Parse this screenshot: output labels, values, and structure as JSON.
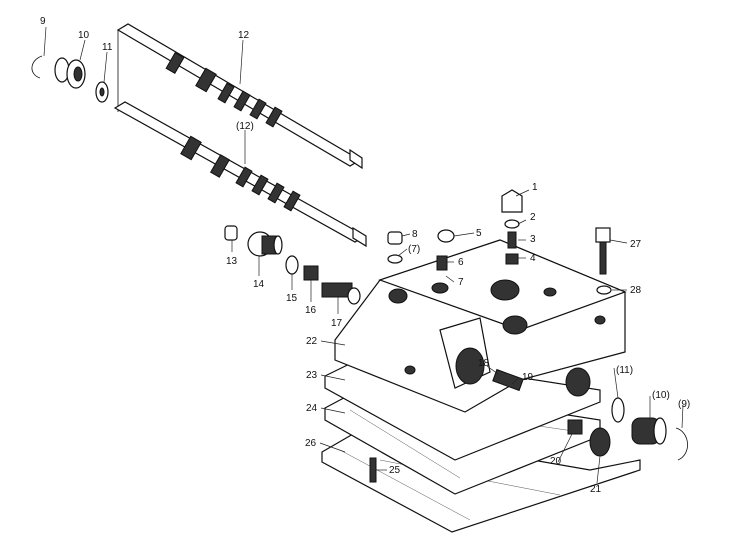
{
  "callouts": {
    "c1": "1",
    "c2": "2",
    "c3": "3",
    "c4": "4",
    "c5": "5",
    "c6": "6",
    "c7": "7",
    "c7p": "(7)",
    "c8": "8",
    "c9": "9",
    "c9p": "(9)",
    "c10": "10",
    "c10p": "(10)",
    "c11": "11",
    "c11p": "(11)",
    "c12": "12",
    "c12p": "(12)",
    "c13": "13",
    "c14": "14",
    "c15": "15",
    "c16": "16",
    "c17": "17",
    "c18": "18",
    "c19": "19",
    "c20": "20",
    "c21": "21",
    "c22": "22",
    "c23": "23",
    "c24": "24",
    "c25": "25",
    "c26": "26",
    "c27": "27",
    "c28": "28"
  }
}
